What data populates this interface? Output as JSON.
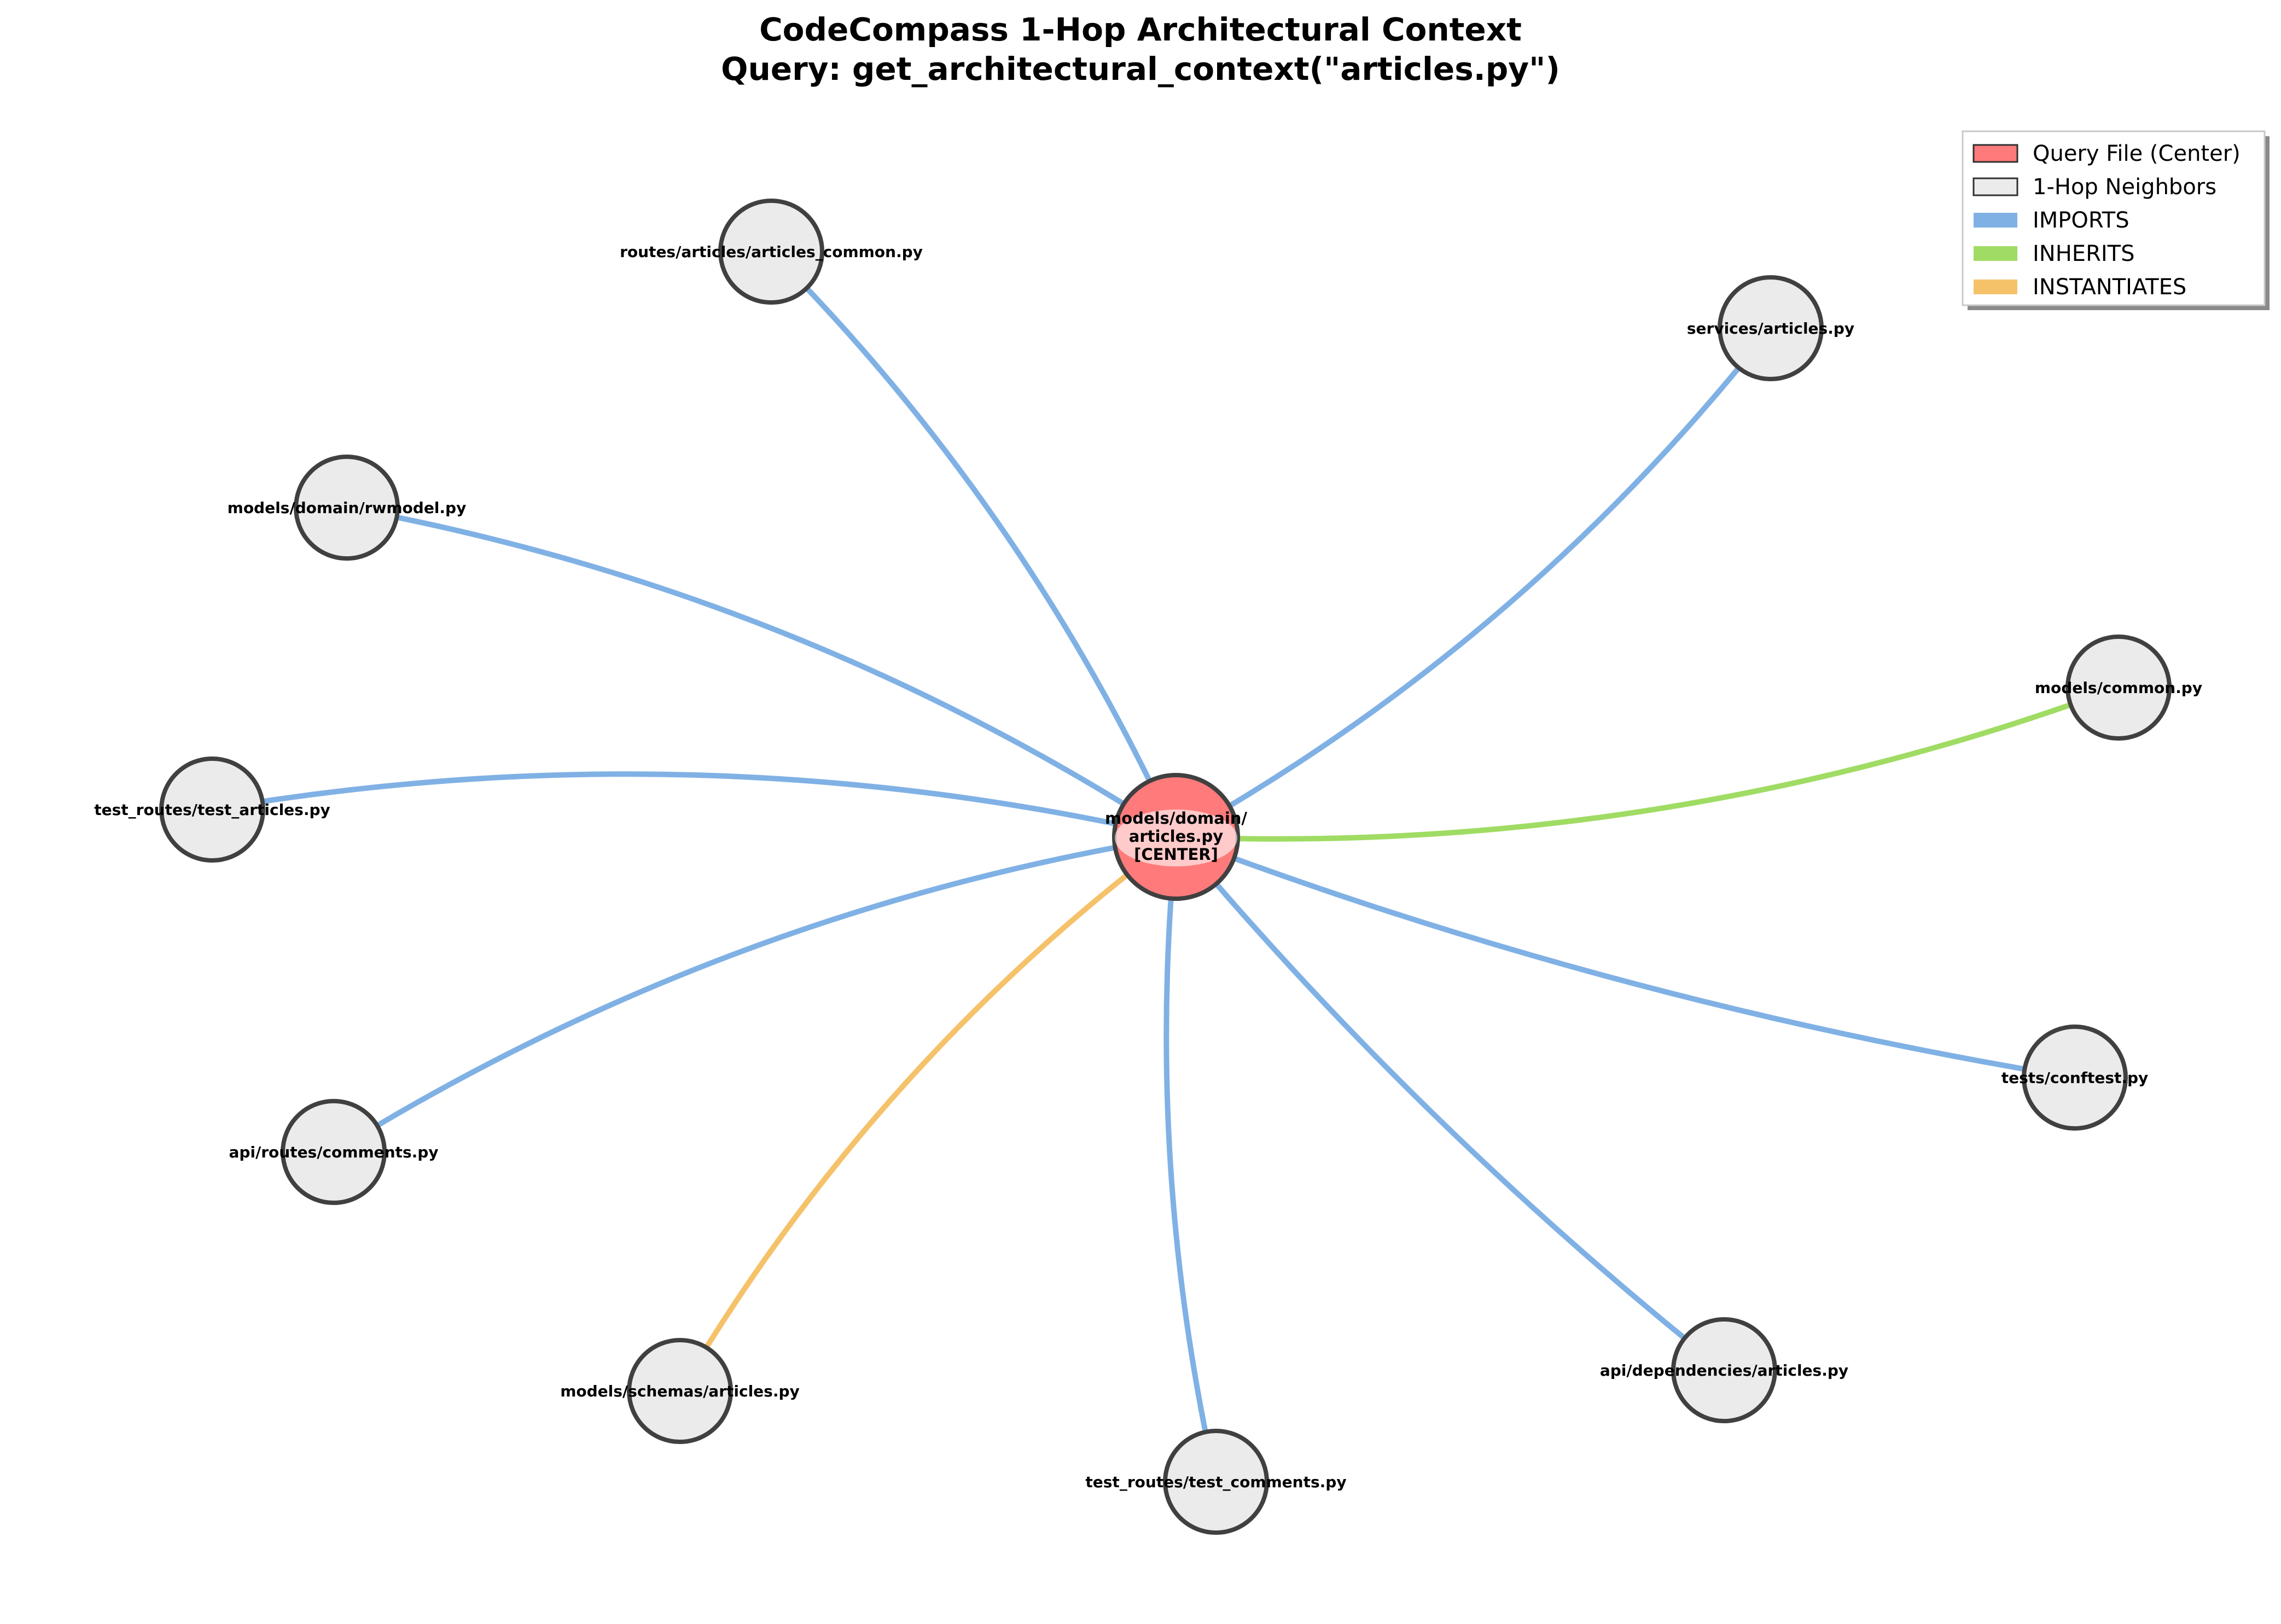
{
  "title": {
    "line1": "CodeCompass 1-Hop Architectural Context",
    "line2": "Query: get_architectural_context(\"articles.py\")"
  },
  "colors": {
    "center_fill": "#ff7b7b",
    "neighbor_fill": "#ebebeb",
    "node_stroke": "#404040",
    "imports": "#80b1e5",
    "inherits": "#a0dc64",
    "instantiates": "#f5c26a"
  },
  "center": {
    "label_lines": [
      "models/domain/",
      "articles.py",
      "[CENTER]"
    ]
  },
  "neighbors": [
    {
      "id": "n1",
      "label": "routes/articles/articles_common.py",
      "relation": "imports"
    },
    {
      "id": "n2",
      "label": "services/articles.py",
      "relation": "imports"
    },
    {
      "id": "n3",
      "label": "models/domain/rwmodel.py",
      "relation": "imports"
    },
    {
      "id": "n4",
      "label": "models/common.py",
      "relation": "inherits"
    },
    {
      "id": "n5",
      "label": "test_routes/test_articles.py",
      "relation": "imports"
    },
    {
      "id": "n6",
      "label": "api/routes/comments.py",
      "relation": "imports"
    },
    {
      "id": "n7",
      "label": "tests/conftest.py",
      "relation": "imports"
    },
    {
      "id": "n8",
      "label": "api/dependencies/articles.py",
      "relation": "imports"
    },
    {
      "id": "n9",
      "label": "models/schemas/articles.py",
      "relation": "instantiates"
    },
    {
      "id": "n10",
      "label": "test_routes/test_comments.py",
      "relation": "imports"
    }
  ],
  "legend": {
    "placement": "top-right",
    "items": [
      {
        "key": "center",
        "label": "Query File (Center)",
        "kind": "patch"
      },
      {
        "key": "neighbor",
        "label": "1-Hop Neighbors",
        "kind": "patch"
      },
      {
        "key": "imports",
        "label": "IMPORTS",
        "kind": "edge"
      },
      {
        "key": "inherits",
        "label": "INHERITS",
        "kind": "edge"
      },
      {
        "key": "instantiates",
        "label": "INSTANTIATES",
        "kind": "edge"
      }
    ]
  }
}
